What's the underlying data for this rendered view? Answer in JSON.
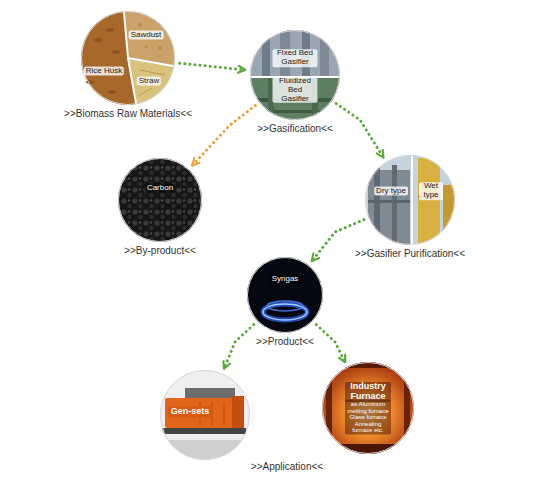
{
  "diagram": {
    "nodes": [
      {
        "text": [
          "Sawdust",
          "Rice Husk",
          "Straw",
          ">>Biomass Raw Materials<<"
        ]
      },
      {
        "text": [
          "Fixed Bed Gasifier",
          "Fluidized Bed Gasifier",
          ">>Gasification<<"
        ]
      },
      {
        "text": [
          "Carbon",
          ">>By-product<<"
        ]
      },
      {
        "text": [
          "Dry type",
          "Wet type",
          ">>Gasifier Purification<<"
        ]
      },
      {
        "text": [
          "Syngas",
          ">>Product<<"
        ]
      },
      {
        "text": [
          "Gen-sets"
        ]
      },
      {
        "text": [
          "Industry Furnace",
          "as Aluminum melting furnace Glass furnace Annealing furnace etc."
        ]
      }
    ],
    "edges": [
      {
        "from": 0,
        "to": 1,
        "arrow": "to"
      },
      {
        "from": 1,
        "to": 2,
        "arrow": "to"
      },
      {
        "from": 1,
        "to": 3,
        "arrow": "to"
      },
      {
        "from": 3,
        "to": 4,
        "arrow": "to"
      },
      {
        "from": 4,
        "to": 5,
        "arrow": "to"
      },
      {
        "from": 4,
        "to": 6,
        "arrow": "to"
      }
    ],
    "labels": [
      ">>Application<<"
    ]
  }
}
